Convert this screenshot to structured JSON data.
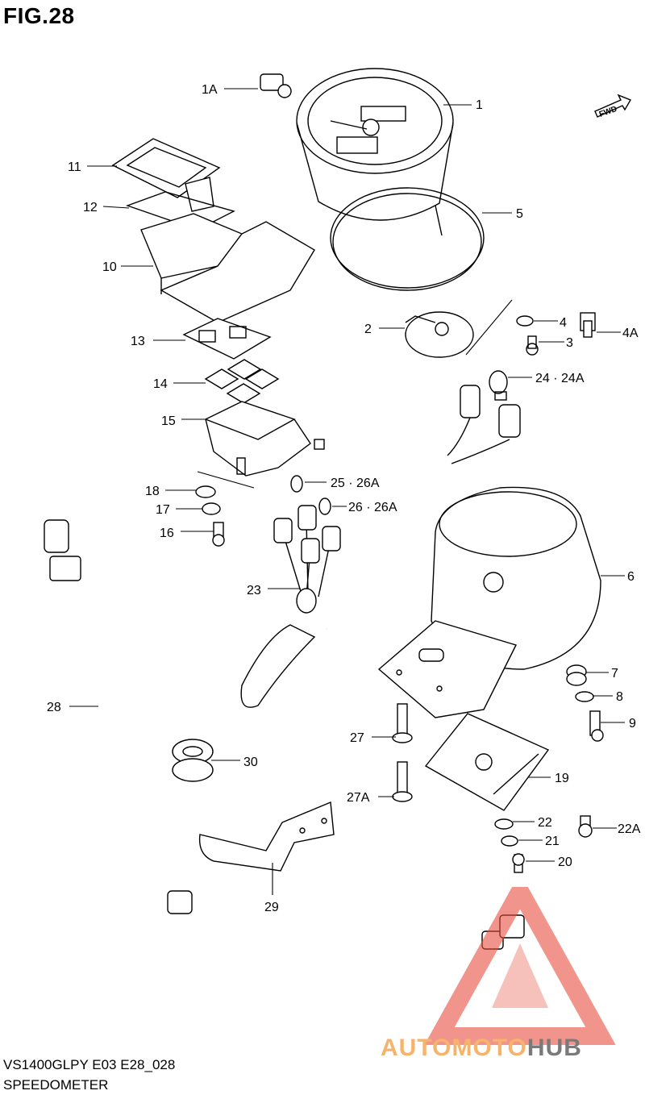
{
  "title": "FIG.28",
  "model": "VS1400GLPY E03 E28_028",
  "section": "SPEEDOMETER",
  "fwd_label": "FWD",
  "watermark": {
    "part1": "AUTOMOTO",
    "part2": "HUB",
    "color1": "#f6b36b",
    "color2": "#7a7a7a",
    "logo_color": "#e84c3d"
  },
  "callouts": [
    "1A",
    "1",
    "11",
    "12",
    "10",
    "5",
    "2",
    "4",
    "4A",
    "3",
    "13",
    "24 · 24A",
    "14",
    "15",
    "18",
    "25 · 26A",
    "17",
    "26 · 26A",
    "16",
    "23",
    "6",
    "7",
    "8",
    "28",
    "9",
    "27",
    "30",
    "19",
    "27A",
    "22",
    "22A",
    "21",
    "20",
    "29"
  ]
}
